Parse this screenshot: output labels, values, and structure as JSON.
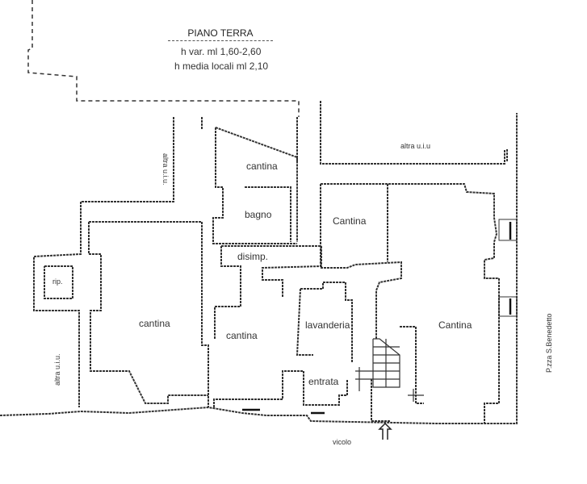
{
  "header": {
    "title": "PIANO TERRA",
    "height_range": "h var. ml  1,60-2,60",
    "height_avg": "h  media locali ml  2,10"
  },
  "rooms": {
    "cantina_top": "cantina",
    "bagno": "bagno",
    "disimp": "disimp.",
    "cantina_center_top": "Cantina",
    "rip": "rip.",
    "cantina_left": "cantina",
    "cantina_middle": "cantina",
    "lavanderia": "lavanderia",
    "cantina_right": "Cantina",
    "entrata": "entrata"
  },
  "surroundings": {
    "altra_top_right": "altra u.i.u",
    "altra_left_top": "altra u.i.u.",
    "altra_left_bottom": "altra u.i.u.",
    "piazza": "P.zza S.Benedetto",
    "vicolo": "vicolo"
  }
}
